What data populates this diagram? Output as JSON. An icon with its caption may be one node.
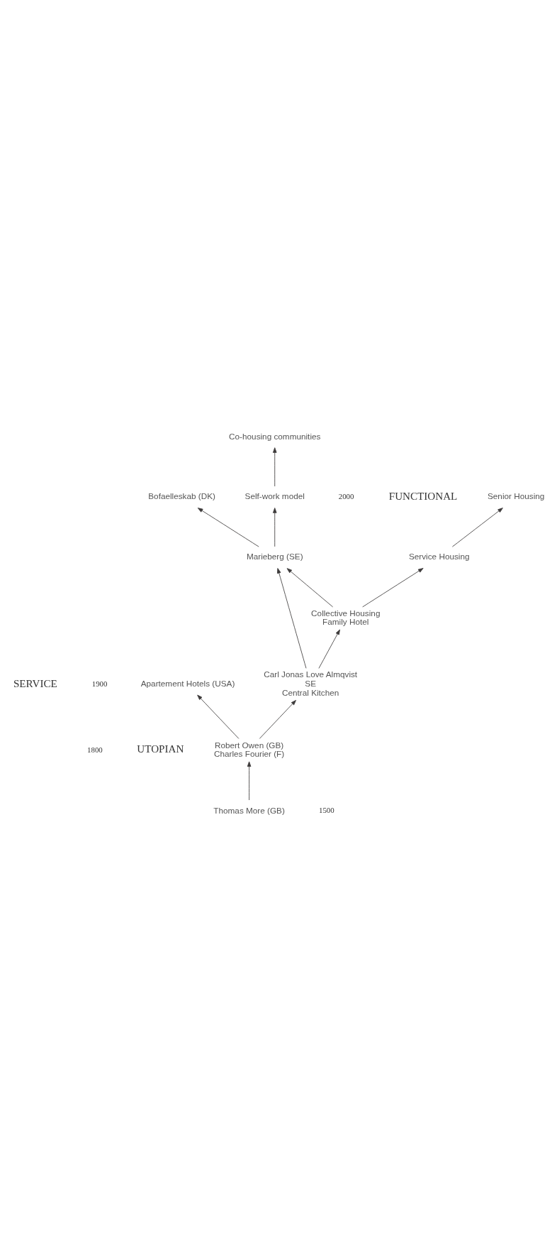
{
  "diagram": {
    "nodes": [
      {
        "text": [
          "Thomas More (GB)"
        ]
      },
      {
        "text": [
          "Robert Owen (GB)",
          "Charles Fourier (F)"
        ]
      },
      {
        "text": [
          "Apartement Hotels (USA)"
        ]
      },
      {
        "text": [
          "Carl Jonas Love Almqvist",
          "SE",
          "Central Kitchen"
        ]
      },
      {
        "text": [
          "Collective Housing",
          "Family Hotel"
        ]
      },
      {
        "text": [
          "Marieberg (SE)"
        ]
      },
      {
        "text": [
          "Bofaelleskab (DK)"
        ]
      },
      {
        "text": [
          "Service Housing"
        ]
      },
      {
        "text": [
          "Self-work model"
        ]
      },
      {
        "text": [
          "Senior Housing"
        ]
      },
      {
        "text": [
          "Co-housing communities"
        ]
      }
    ],
    "edges": [
      {
        "from": 0,
        "to": 1,
        "arrow": "to"
      },
      {
        "from": 1,
        "to": 2,
        "arrow": "to"
      },
      {
        "from": 1,
        "to": 3,
        "arrow": "to"
      },
      {
        "from": 3,
        "to": 4,
        "arrow": "to"
      },
      {
        "from": 3,
        "to": 5,
        "arrow": "to"
      },
      {
        "from": 4,
        "to": 5,
        "arrow": "to"
      },
      {
        "from": 4,
        "to": 7,
        "arrow": "to"
      },
      {
        "from": 5,
        "to": 6,
        "arrow": "to"
      },
      {
        "from": 5,
        "to": 8,
        "arrow": "to"
      },
      {
        "from": 8,
        "to": 10,
        "arrow": "to"
      },
      {
        "from": 7,
        "to": 9,
        "arrow": "to"
      }
    ],
    "labels": [
      "FUNCTIONAL",
      "SERVICE",
      "UTOPIAN",
      "2000",
      "1900",
      "1800",
      "1500"
    ]
  }
}
